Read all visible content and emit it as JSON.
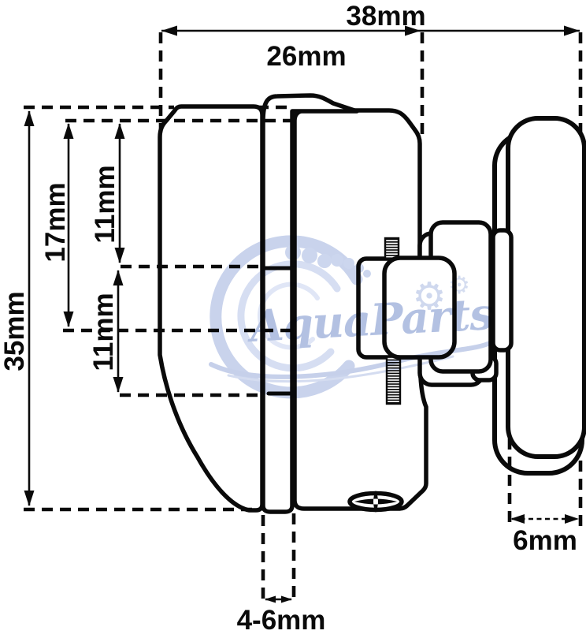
{
  "diagram": {
    "background": "#ffffff",
    "ink_color": "#0a0a0a",
    "dimensions": {
      "overall_width": "38mm",
      "bracket_width": "26mm",
      "overall_height": "35mm",
      "upper_height": "17mm",
      "upper_segment_height": "11mm",
      "lower_segment_height": "11mm",
      "wheel_thickness": "6mm",
      "glass_range": "4-6mm"
    },
    "watermark": {
      "brand": "AquaParts",
      "text_color": "#b3c1e2",
      "swirl_color": "#c9d3ec",
      "accent_color": "#d6def2",
      "gear_icon": "⚙"
    }
  }
}
